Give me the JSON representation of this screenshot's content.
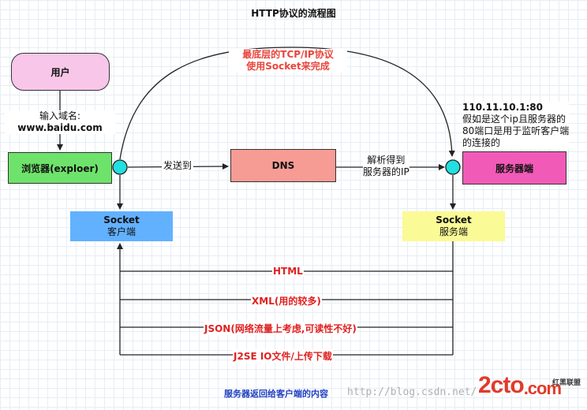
{
  "title": "HTTP协议的流程图",
  "nodes": {
    "user": "用户",
    "browser": "浏览器(exploer)",
    "dns": "DNS",
    "server": "服务器端",
    "socket_client_title": "Socket",
    "socket_client_sub": "客户端",
    "socket_server_title": "Socket",
    "socket_server_sub": "服务端"
  },
  "labels": {
    "input_domain_1": "输入域名:",
    "input_domain_2": "www.baidu.com",
    "send_to": "发送到",
    "resolve_1": "解析得到",
    "resolve_2": "服务器的IP",
    "tcp_1": "最底层的TCP/IP协议",
    "tcp_2": "使用Socket来完成",
    "server_info_1": "110.11.10.1:80",
    "server_info_2": "假如是这个ip且服务器的",
    "server_info_3": "80端口是用于监听客户端",
    "server_info_4": "的连接的",
    "returns": [
      "HTML",
      "XML(用的较多)",
      "JSON(网络流量上考虑,可读性不好)",
      "J2SE IO文件/上传下载"
    ],
    "bottom_caption": "服务器返回给客户端的内容"
  },
  "watermark": "http://blog.csdn.net/",
  "logo": {
    "text": "2cto",
    "suffix": ".com",
    "sub": "红黑联盟"
  },
  "colors": {
    "user": "#f7c6e8",
    "browser": "#6ee36b",
    "dns": "#f79b95",
    "server": "#f25ab8",
    "socket_client": "#62b1ff",
    "socket_server": "#fafa96",
    "port": "#20e0e0",
    "red_text": "#e02020",
    "blue_text": "#2040c0"
  }
}
